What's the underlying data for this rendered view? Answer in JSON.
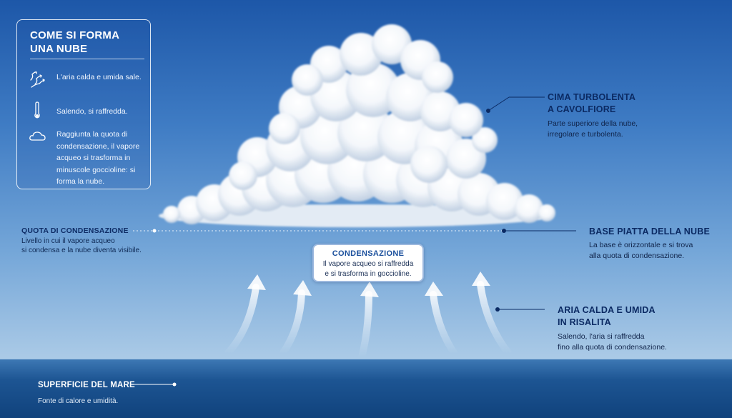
{
  "panel": {
    "title": "COME SI FORMA UNA NUBE",
    "steps": [
      {
        "icon": "rising-air-icon",
        "text": "L'aria calda e umida sale."
      },
      {
        "icon": "thermometer-icon",
        "text": "Salendo, si raffredda."
      },
      {
        "icon": "cloud-icon",
        "text": "Raggiunta la quota di condensazione, il vapore acqueo si trasforma in minuscole goccioline: si forma la nube."
      }
    ]
  },
  "labels": {
    "cima": {
      "title": "CIMA TURBOLENTA\nA CAVOLFIORE",
      "desc": "Parte superiore della nube,\nirregolare e turbolenta."
    },
    "quota": {
      "title": "QUOTA DI CONDENSAZIONE",
      "desc": "Livello in cui il vapore acqueo\nsi condensa e la nube diventa visibile."
    },
    "base": {
      "title": "BASE PIATTA DELLA NUBE",
      "desc": "La base è orizzontale e si trova\nalla quota di condensazione."
    },
    "aria": {
      "title": "ARIA CALDA E UMIDA\nIN RISALITA",
      "desc": "Salendo, l'aria si raffredda\nfino alla quota di condensazione."
    },
    "mare": {
      "title": "SUPERFICIE DEL MARE",
      "desc": "Fonte di calore e umidità."
    }
  },
  "condensazione": {
    "title": "CONDENSAZIONE",
    "desc": "Il vapore acqueo si raffredda\ne si trasforma in goccioline."
  },
  "colors": {
    "sky_top": "#1d57a8",
    "sea": "#1d5593",
    "label_dark": "#0b2a63",
    "accent": "#1a4f9c"
  }
}
